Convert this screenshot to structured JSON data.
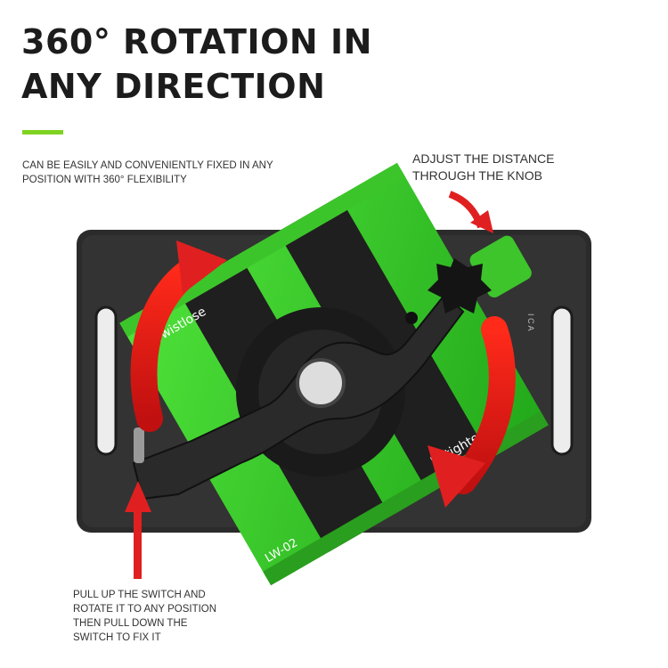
{
  "headline": {
    "line1": "360° ROTATION IN",
    "line2": "ANY DIRECTION"
  },
  "captions": {
    "fixed_position": {
      "line1": "CAN BE EASILY AND CONVENIENTLY FIXED IN ANY",
      "line2": "POSITION WITH 360° FLEXIBILITY"
    },
    "adjust_distance": {
      "line1": "ADJUST THE DISTANCE",
      "line2": "THROUGH THE KNOB"
    },
    "switch": {
      "line1": "PULL UP THE SWITCH AND",
      "line2": "ROTATE IT TO ANY POSITION",
      "line3": "THEN PULL DOWN THE",
      "line4": "SWITCH TO FIX IT"
    }
  },
  "product_markings": {
    "loosen_label": "松/wistlose",
    "tighten_label": "紧/tighten",
    "model_label": "LW-02",
    "brand_fragment": "I C A"
  },
  "colors": {
    "accent": "#7ed321",
    "clamp_green": "#3fd62b",
    "plate": "#2b2b2b",
    "arrow": "#e02020"
  },
  "icons": {
    "rotation_arrow": "curved-red-arrow",
    "pointer_arrow": "red-arrow",
    "knob": "star-knob"
  }
}
